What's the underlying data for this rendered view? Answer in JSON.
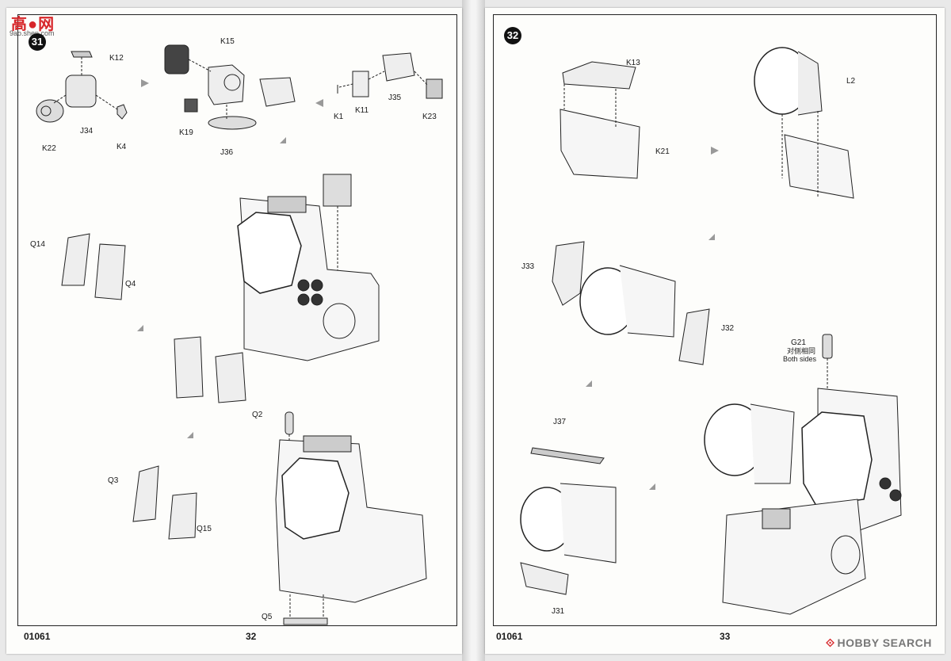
{
  "watermark": {
    "logo_text": "高●网",
    "logo_sub": "9ao.shen.com"
  },
  "left_page": {
    "step": "31",
    "page_number": "32",
    "catalog_number": "01061",
    "labels": {
      "k12": "K12",
      "k15": "K15",
      "j34": "J34",
      "k22": "K22",
      "k4": "K4",
      "k19": "K19",
      "j36": "J36",
      "k1": "K1",
      "k11": "K11",
      "j35": "J35",
      "k23": "K23",
      "q14": "Q14",
      "q4": "Q4",
      "q2": "Q2",
      "q3": "Q3",
      "q15": "Q15",
      "q5": "Q5"
    }
  },
  "right_page": {
    "step": "32",
    "page_number": "33",
    "catalog_number": "01061",
    "labels": {
      "k13": "K13",
      "l2": "L2",
      "k21": "K21",
      "j33": "J33",
      "j32": "J32",
      "g21": "G21",
      "g21_cn": "对侧相同",
      "g21_en": "Both sides",
      "j37": "J37",
      "j31": "J31"
    }
  },
  "footer_brand": {
    "mark": "⟐",
    "text": "HOBBY SEARCH"
  }
}
